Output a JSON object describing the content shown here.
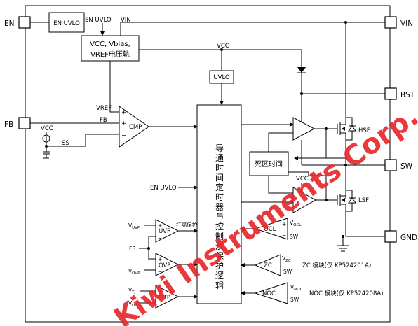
{
  "pins": {
    "en": "EN",
    "fb": "FB",
    "vin": "VIN",
    "bst": "BST",
    "sw": "SW",
    "gnd": "GND"
  },
  "blocks": {
    "en_uvlo_box": "EN UVLO",
    "bias_line1": "VCC, Vbias,",
    "bias_line2": "VREF电压轨",
    "uvlo": "UVLO",
    "cmp": "CMP",
    "dead_time": "死区时间",
    "logic_lines": [
      "导",
      "通",
      "时",
      "间",
      "定",
      "时",
      "器",
      "与",
      "控",
      "制",
      "及",
      "保",
      "护",
      "逻",
      "辑"
    ],
    "uvp": "UVP",
    "ovp": "OVP",
    "otp": "OTP",
    "ocl": "OCL",
    "zc": "ZC",
    "noc": "NOC",
    "hsf": "HSF",
    "lsf": "LSF"
  },
  "labels": {
    "en_uvlo_top": "EN UVLO",
    "vin_top": "VIN",
    "vcc_bias": "VCC",
    "vref": "VREF",
    "fb_wire": "FB",
    "vcc_ss": "VCC",
    "ss": "SS",
    "en_uvlo_logic": "EN UVLO",
    "vcc_lsf": "VCC",
    "fb_prot": "FB",
    "hiccup": "打嗝保护",
    "sw_ocl": "SW",
    "sw_zc": "SW",
    "sw_noc": "SW",
    "plus": "+",
    "minus": "−"
  },
  "subscripted": {
    "vuvp": {
      "base": "V",
      "sub": "UVP"
    },
    "vovp": {
      "base": "V",
      "sub": "OVP"
    },
    "vtj": {
      "base": "V",
      "sub": "TJ"
    },
    "vot": {
      "base": "V",
      "sub": "OT"
    },
    "vocl": {
      "base": "V",
      "sub": "OCL"
    },
    "vzc": {
      "base": "V",
      "sub": "ZC"
    },
    "vnoc": {
      "base": "V",
      "sub": "NOC"
    }
  },
  "notes": {
    "zc_module": "ZC 模块(仅 KP524201A)",
    "noc_module": "NOC 模块(仅 KP524208A)"
  },
  "watermark": "Kiwi Instruments Corp. Confidential",
  "colors": {
    "line": "#000000",
    "watermark": "#e8292d"
  }
}
